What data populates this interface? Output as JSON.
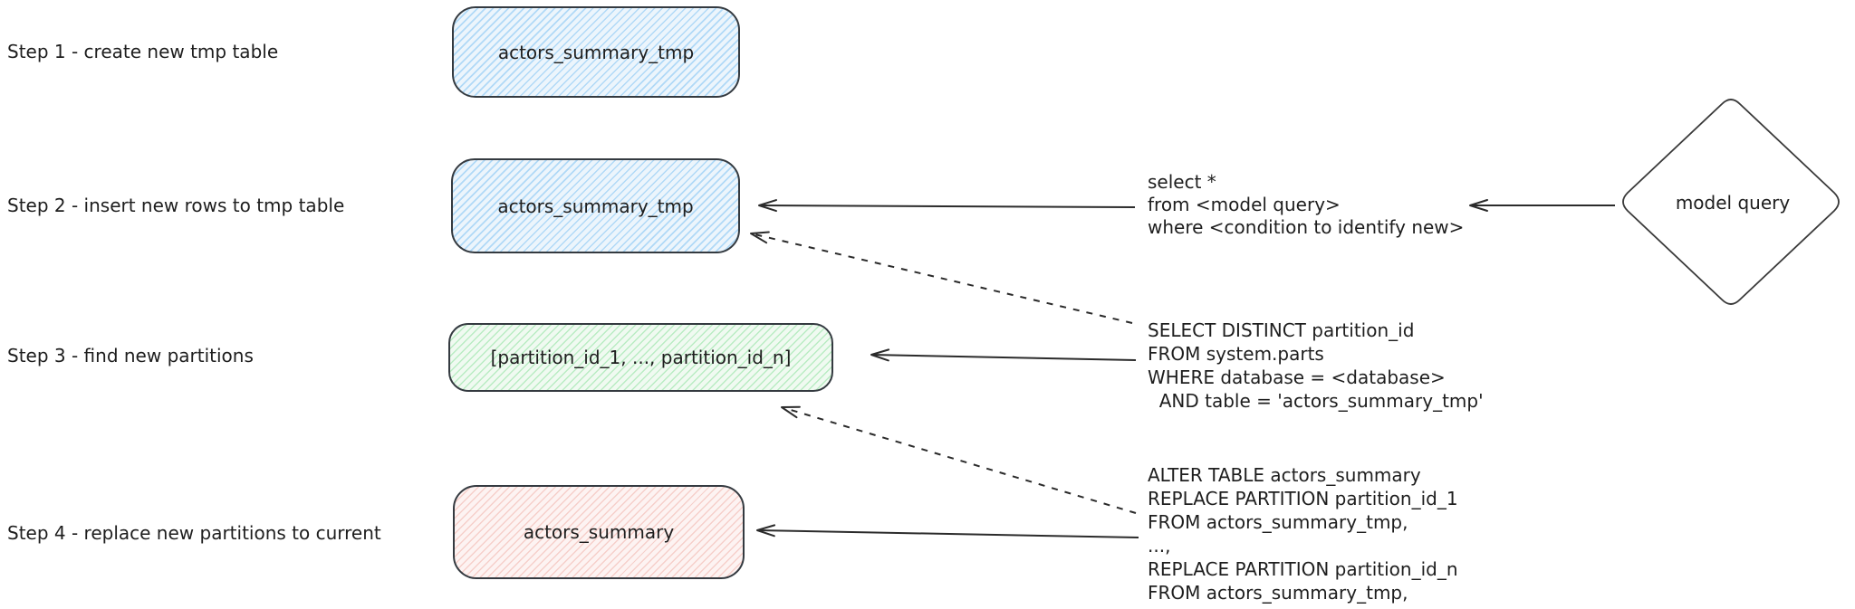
{
  "diagram": {
    "steps": [
      {
        "label": "Step 1 - create new tmp table",
        "box_text": "actors_summary_tmp",
        "box_color": "blue",
        "code_lines": []
      },
      {
        "label": "Step 2 - insert new rows to tmp table",
        "box_text": "actors_summary_tmp",
        "box_color": "blue",
        "code_lines": [
          "select *",
          "from <model query>",
          "where <condition to identify new>"
        ]
      },
      {
        "label": "Step 3 - find new partitions",
        "box_text": "[partition_id_1, ..., partition_id_n]",
        "box_color": "green",
        "code_lines": [
          "SELECT DISTINCT partition_id",
          "FROM system.parts",
          "WHERE database = <database>",
          "  AND table = 'actors_summary_tmp'"
        ]
      },
      {
        "label": "Step 4 - replace new partitions to current",
        "box_text": "actors_summary",
        "box_color": "red",
        "code_lines": [
          "ALTER TABLE actors_summary",
          "REPLACE PARTITION partition_id_1",
          "FROM actors_summary_tmp,",
          "...,",
          "REPLACE PARTITION partition_id_n",
          "FROM actors_summary_tmp,"
        ]
      }
    ],
    "diamond_label": "model query"
  },
  "colors": {
    "ink": "#1e1e1e",
    "stroke": "#343a40",
    "blue-hatch": "#b0d9f7",
    "blue-bg": "#ecf5fc",
    "green-hatch": "#b9ecc3",
    "green-bg": "#f0faf1",
    "red-hatch": "#f6cfca",
    "red-bg": "#fdf3f2"
  }
}
